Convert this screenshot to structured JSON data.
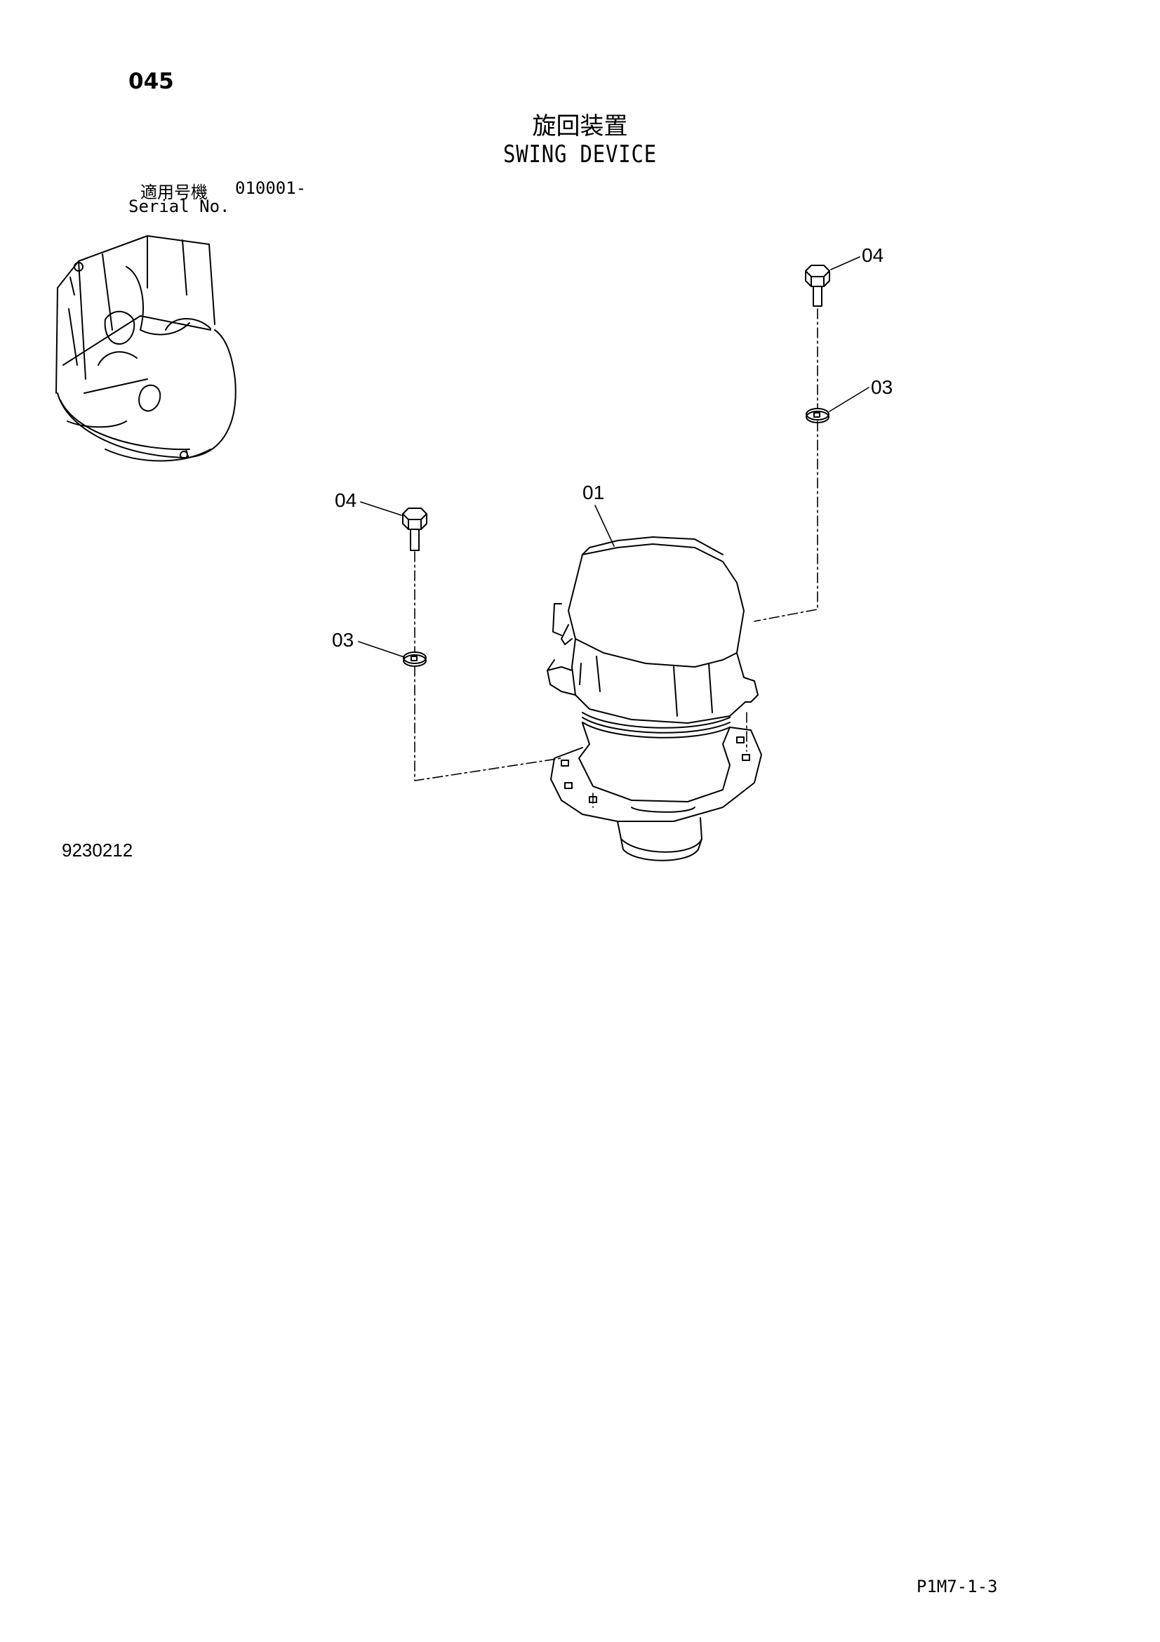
{
  "page": {
    "page_number": "045",
    "title_jp": "旋回装置",
    "title_en": "SWING DEVICE",
    "serial_label_jp": "適用号機",
    "serial_value": "010001-",
    "serial_label_en": "Serial No.",
    "figure_number": "9230212",
    "page_code": "P1M7-1-3"
  },
  "callouts": {
    "bolt_right": "04",
    "washer_right": "03",
    "bolt_left": "04",
    "washer_left": "03",
    "swing_motor": "01"
  },
  "colors": {
    "line": "#000000",
    "background": "#ffffff"
  }
}
